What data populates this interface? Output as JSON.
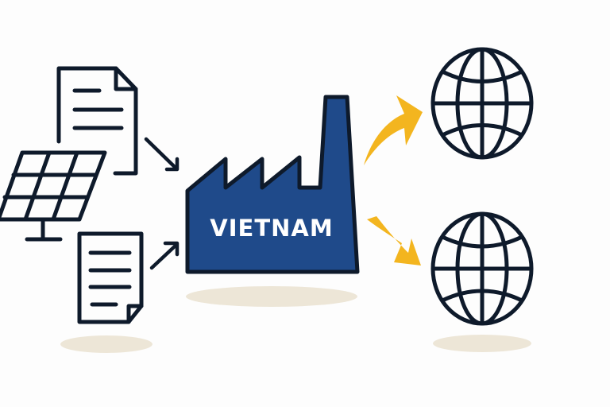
{
  "factory": {
    "label": "VIETNAM",
    "fill": "#1f4a8a",
    "stroke": "#0e1a2b"
  },
  "colors": {
    "stroke": "#0e1a2b",
    "arrow": "#f3b51f",
    "shadow": "#ede6d7",
    "background": "#fdfdfd"
  },
  "inputs": [
    {
      "name": "document-top",
      "icon": "document-icon"
    },
    {
      "name": "solar-panel",
      "icon": "solar-panel-icon"
    },
    {
      "name": "document-bottom",
      "icon": "document-icon"
    }
  ],
  "outputs": [
    {
      "name": "globe-top",
      "icon": "globe-icon"
    },
    {
      "name": "globe-bottom",
      "icon": "globe-icon"
    }
  ]
}
